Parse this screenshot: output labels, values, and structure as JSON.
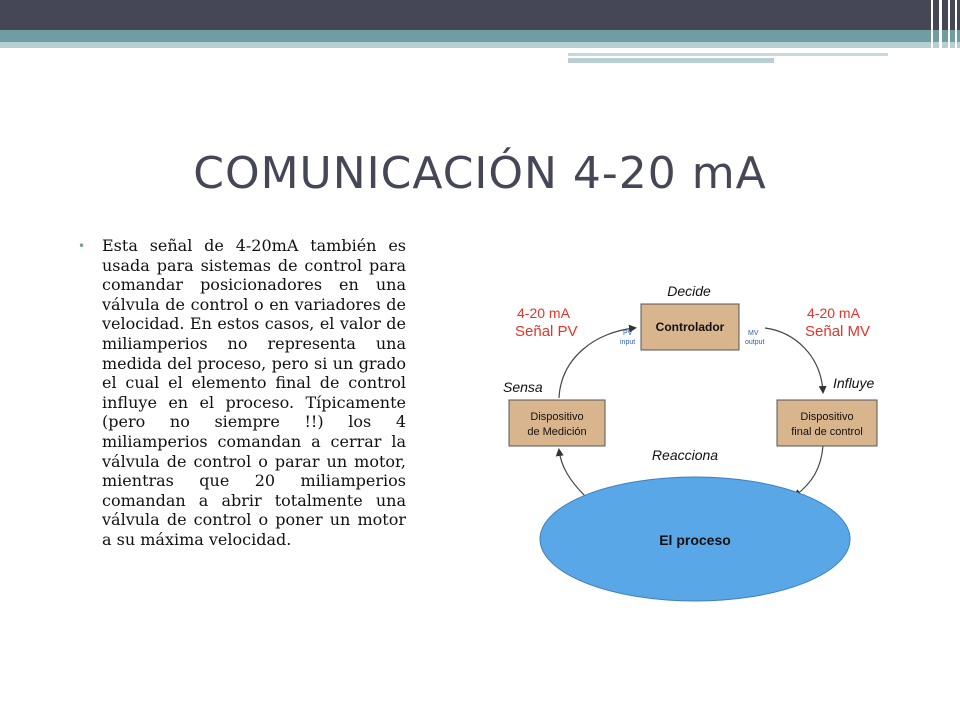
{
  "slide": {
    "title": "COMUNICACIÓN 4-20 mA",
    "bullet_text": "Esta señal de 4-20mA también es usada para sistemas de control para comandar posicionadores en una válvula de control o en variadores de velocidad. En estos casos, el valor de miliamperios no representa una medida del proceso, pero si un grado el cual el elemento final de control influye en el proceso. Típicamente (pero no siempre !!) los 4 miliamperios comandan a cerrar la válvula de control o parar un motor, mientras que 20 miliamperios comandan a abrir totalmente una válvula de control o poner un motor a su máxima velocidad."
  },
  "diagram": {
    "decide": "Decide",
    "sensa": "Sensa",
    "influye": "Influye",
    "reacciona": "Reacciona",
    "controller": "Controlador",
    "pv_tag": "PV",
    "pv_input": "input",
    "mv_tag": "MV",
    "mv_output": "output",
    "left_signal_range": "4-20 mA",
    "left_signal_name": "Señal PV",
    "right_signal_range": "4-20 mA",
    "right_signal_name": "Señal MV",
    "measure_line1": "Dispositivo",
    "measure_line2": "de Medición",
    "final_line1": "Dispositivo",
    "final_line2": "final de control",
    "process": "El proceso"
  },
  "colors": {
    "header_dark": "#454656",
    "header_teal": "#6e9ea3",
    "box_fill": "#d9b58e",
    "process_fill": "#5aa7e8",
    "signal_red": "#e8322a",
    "pv_mv_blue": "#2a5fb5"
  }
}
